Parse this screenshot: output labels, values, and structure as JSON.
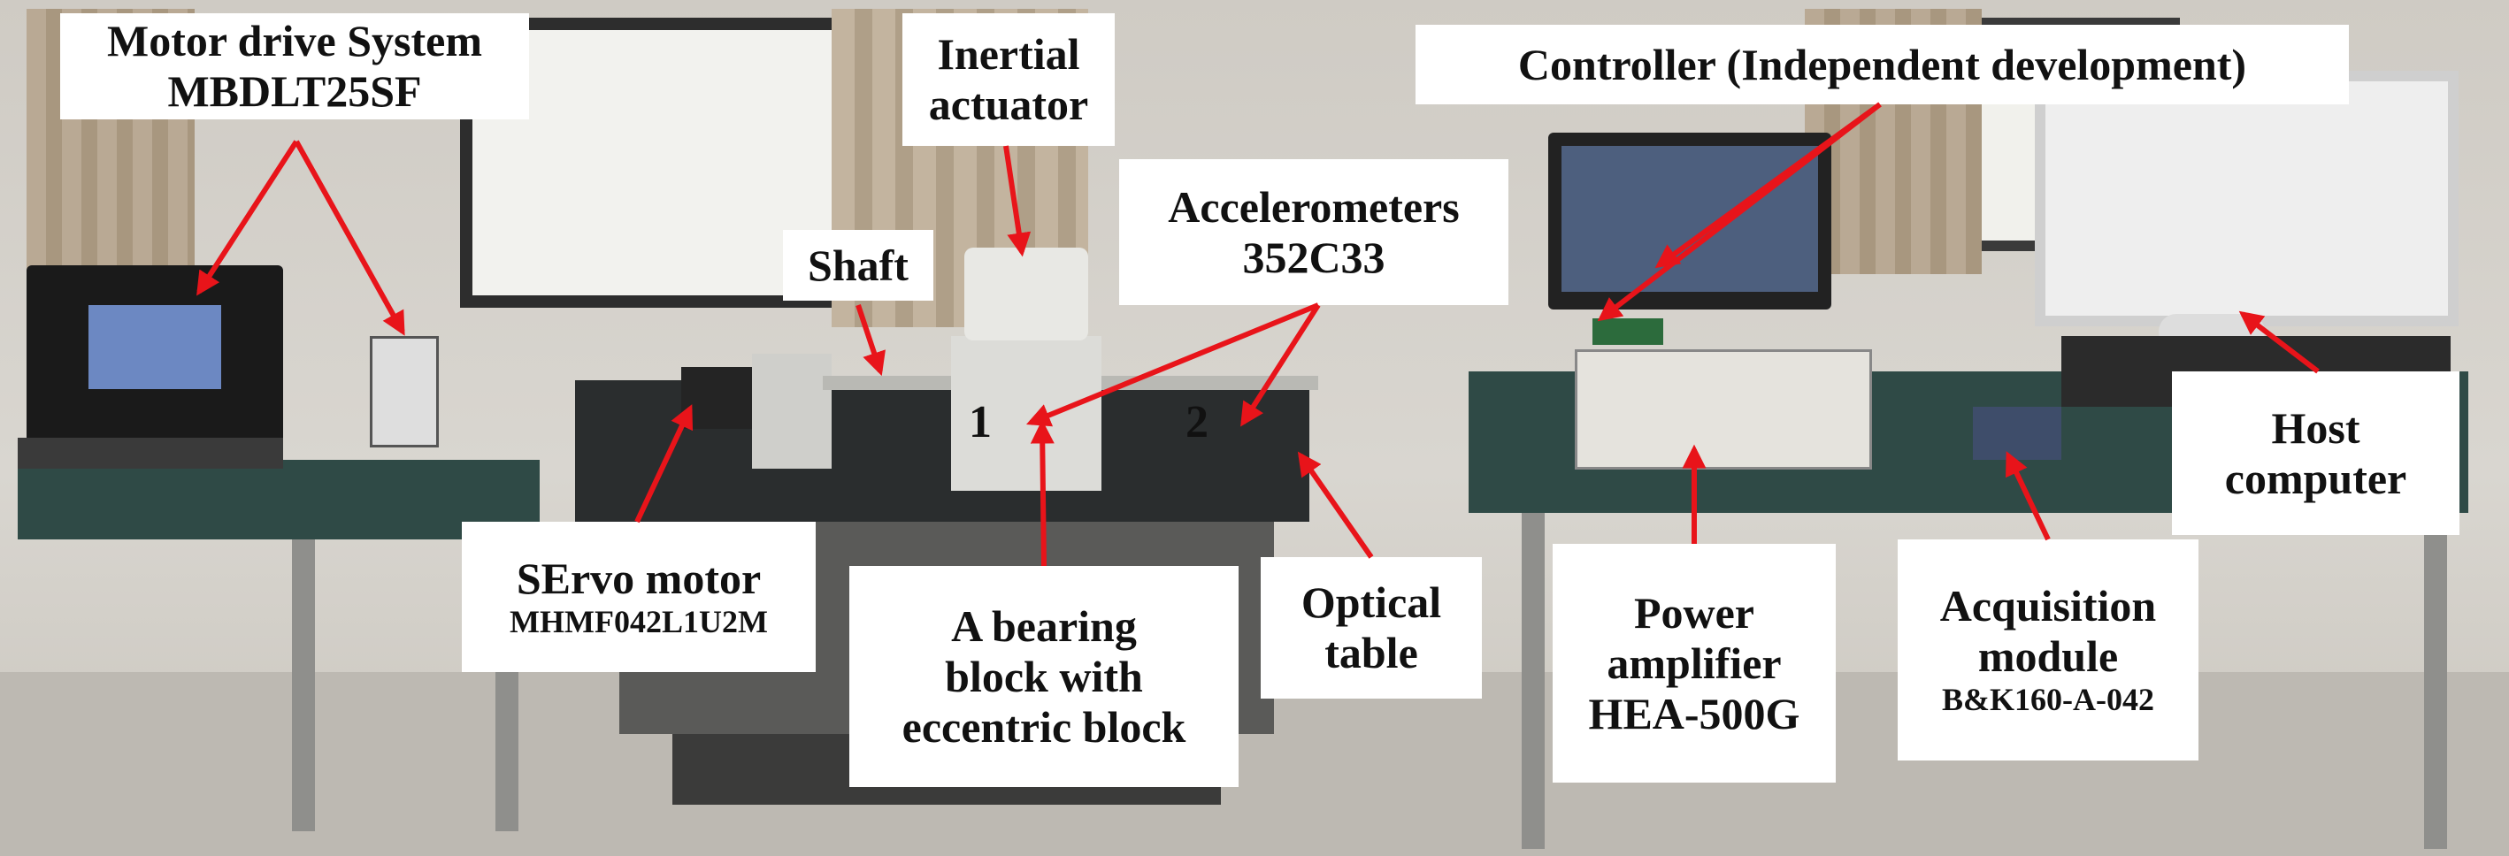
{
  "labels": {
    "motor_drive": {
      "line1": "Motor drive System",
      "line2": "MBDLT25SF"
    },
    "inertial_actuator": {
      "line1": "Inertial",
      "line2": "actuator"
    },
    "shaft": {
      "line1": "Shaft"
    },
    "accelerometers": {
      "line1": "Accelerometers",
      "line2": "352C33"
    },
    "controller": {
      "line1": "Controller (Independent development)"
    },
    "host_computer": {
      "line1": "Host",
      "line2": "computer"
    },
    "servo_motor": {
      "line1": "SErvo motor",
      "line2": "MHMF042L1U2M"
    },
    "bearing_block": {
      "line1": "A bearing",
      "line2": "block with",
      "line3": "eccentric block"
    },
    "optical_table": {
      "line1": "Optical",
      "line2": "table"
    },
    "power_amplifier": {
      "line1": "Power",
      "line2": "amplifier",
      "line3": "HEA-500G"
    },
    "acquisition_module": {
      "line1": "Acquisition",
      "line2": "module",
      "line3": "B&K160-A-042"
    }
  },
  "sensor_numbers": {
    "sensor1": "1",
    "sensor2": "2"
  },
  "colors": {
    "annotation_arrow": "#e8141a",
    "label_background": "#ffffff",
    "table_top": "#2f4a46"
  }
}
